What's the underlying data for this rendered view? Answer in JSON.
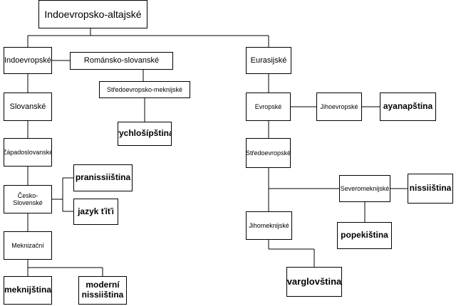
{
  "nodes": {
    "root": "Indoevropsko-altajské",
    "indoevropske": "Indoevropské",
    "romansko_slovanske": "Románsko-slovanské",
    "eurasijske": "Eurasijské",
    "stredoevropsko_meknijske": "Středoevropsko-meknijské",
    "slovanske": "Slovanské",
    "rychlosipstina": "rychlošípština",
    "evropske": "Evropské",
    "jihoevropske": "Jihoevropské",
    "ayanapstina": "ayanapština",
    "zapadoslovanske": "Západoslovanské",
    "stredoevropske": "Středoevropské",
    "pranissiistina": "pranissiiština",
    "cesko_slovenske": "Česko-Slovenské",
    "jazyk_titi": "jazyk ťíťi",
    "severomeknijske": "Severomeknijské",
    "nissiistina": "nissiiština",
    "meknizacni": "Meknizační",
    "jihomeknijske": "Jihomeknijské",
    "popekistina": "popekiština",
    "meknijstina": "meknijština",
    "moderni_nissiistina": "moderní nissiiština",
    "varglovstina": "varglovština"
  }
}
